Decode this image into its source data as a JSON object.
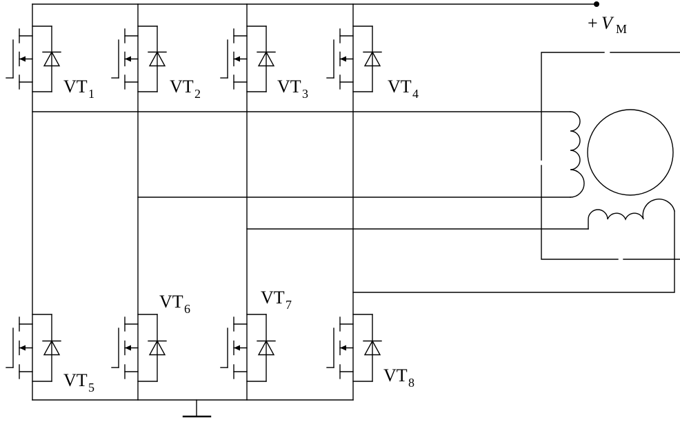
{
  "supply": {
    "sign": "+",
    "symbol": "V",
    "subscript": "M"
  },
  "transistors": [
    {
      "base": "VT",
      "sub": "1"
    },
    {
      "base": "VT",
      "sub": "2"
    },
    {
      "base": "VT",
      "sub": "3"
    },
    {
      "base": "VT",
      "sub": "4"
    },
    {
      "base": "VT",
      "sub": "5"
    },
    {
      "base": "VT",
      "sub": "6"
    },
    {
      "base": "VT",
      "sub": "7"
    },
    {
      "base": "VT",
      "sub": "8"
    }
  ]
}
